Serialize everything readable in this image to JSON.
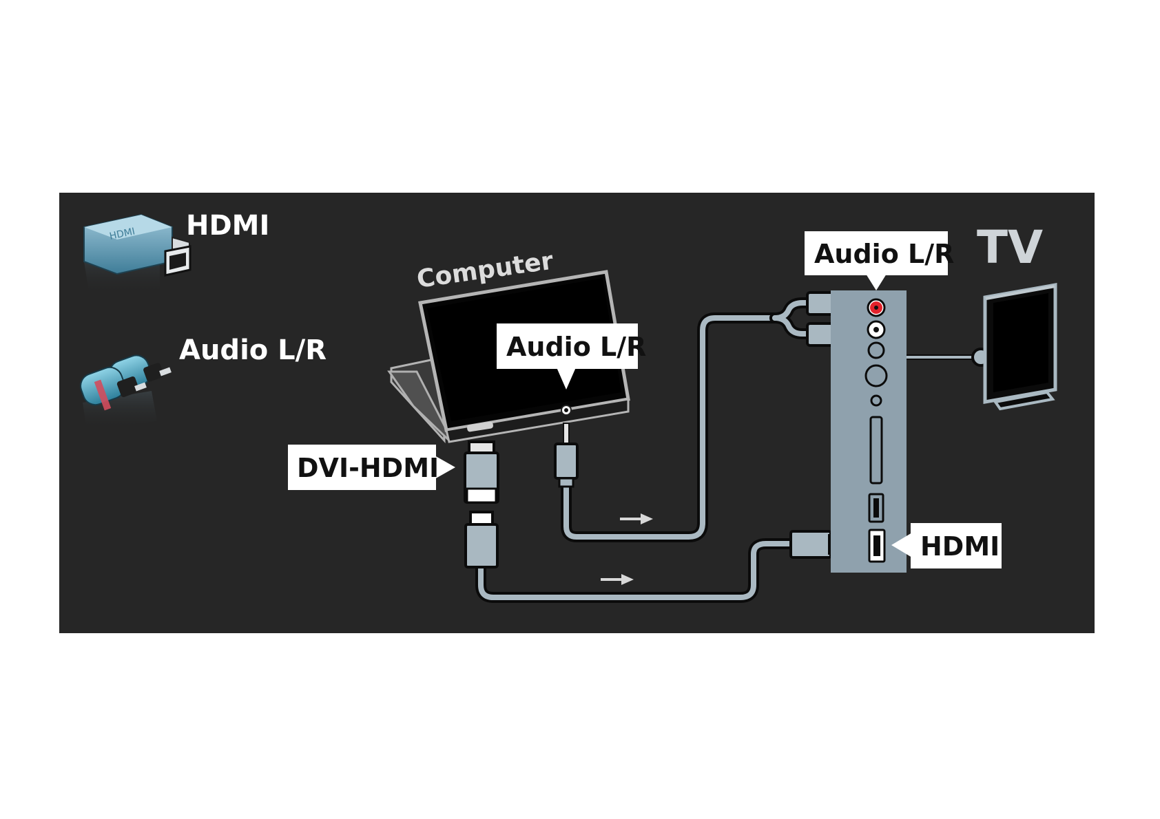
{
  "legend": {
    "hdmi_label": "HDMI",
    "audio_label": "Audio L/R"
  },
  "computer": {
    "title": "Computer",
    "audio_port_label": "Audio L/R",
    "video_cable_label": "DVI-HDMI"
  },
  "tv": {
    "title": "TV",
    "audio_port_label": "Audio L/R",
    "hdmi_port_label": "HDMI"
  },
  "colors": {
    "panel": "#262626",
    "cable": "#aab9c2",
    "cable_outline": "#0b0b0b",
    "connector": "#a9b8c1",
    "tv_panel": "#8fa1ad",
    "red_jack": "#e3222b",
    "label_bg": "#ffffff"
  },
  "icons": {
    "hdmi": "hdmi-plug-icon",
    "audio": "rca-plug-icon",
    "computer": "laptop-icon",
    "tv": "tv-monitor-icon",
    "arrow": "arrow-right-icon"
  }
}
